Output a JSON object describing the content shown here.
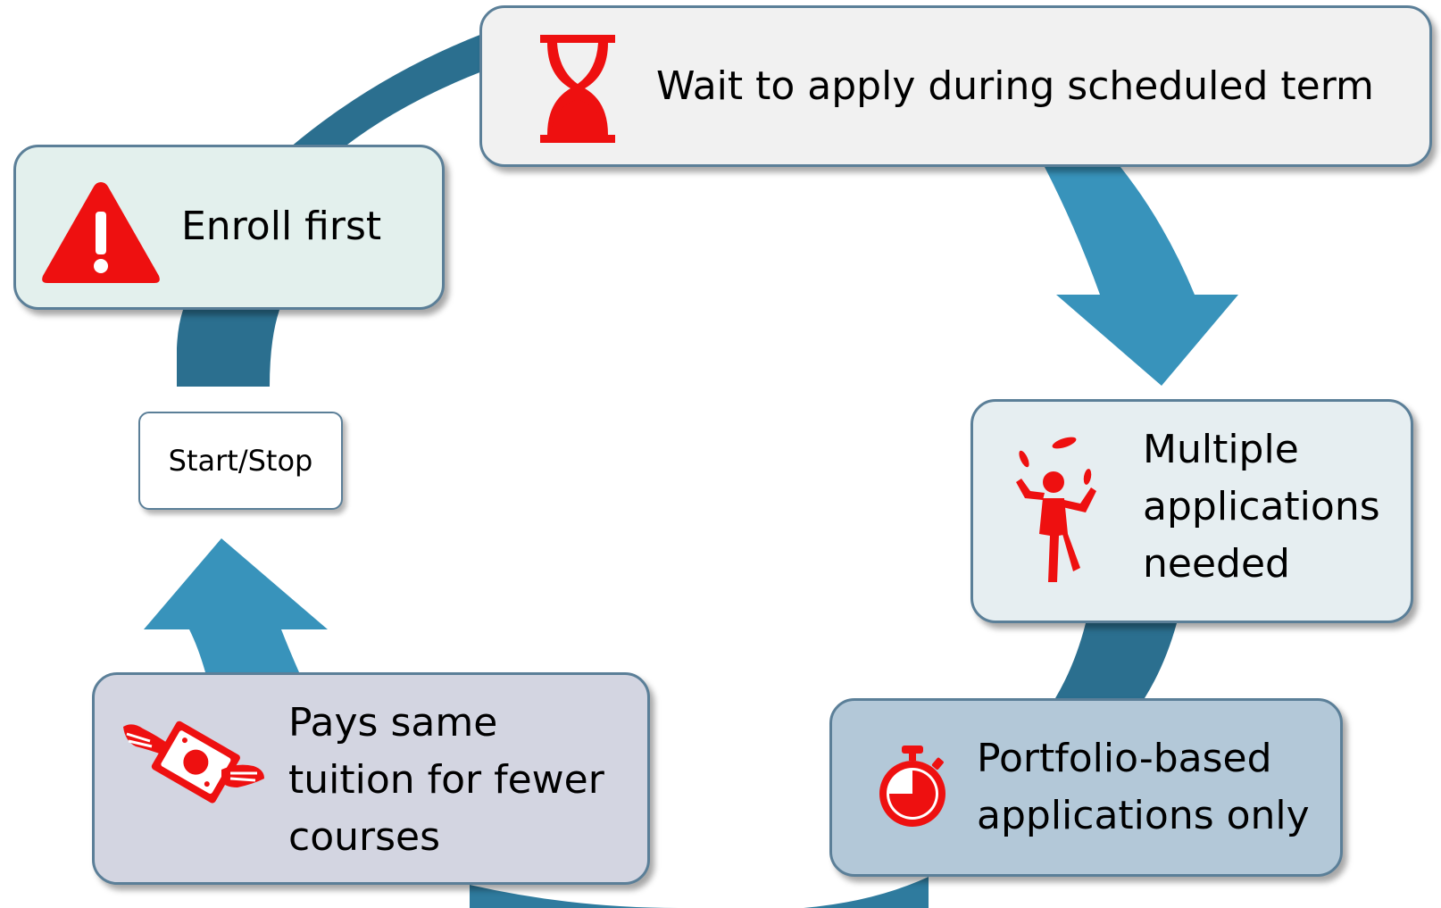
{
  "steps": {
    "wait": {
      "label": "Wait to apply during scheduled term",
      "icon": "hourglass-icon"
    },
    "multiple": {
      "lines": [
        "Multiple",
        "applications",
        "needed"
      ],
      "icon": "juggler-icon"
    },
    "portfolio": {
      "lines": [
        "Portfolio-based",
        "applications only"
      ],
      "icon": "stopwatch-icon"
    },
    "pays": {
      "lines": [
        "Pays same",
        "tuition for fewer",
        "courses"
      ],
      "icon": "flying-money-icon"
    },
    "start": {
      "label": "Start/Stop"
    },
    "enroll": {
      "label": "Enroll first",
      "icon": "warning-icon"
    }
  },
  "colors": {
    "arrow_light": "#3891b8",
    "arrow_dark": "#2e6e8c",
    "icon_red": "#ee1010",
    "box_border": "#5b7f98"
  }
}
